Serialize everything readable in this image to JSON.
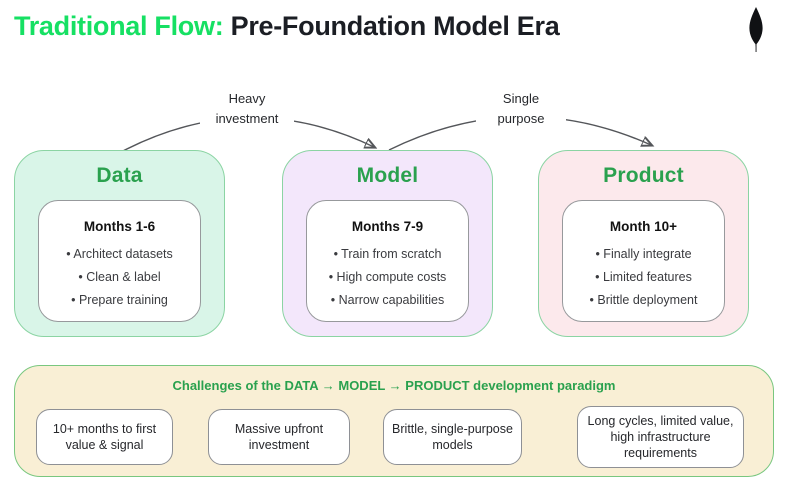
{
  "header": {
    "title_highlight": "Traditional Flow:",
    "title_rest": " Pre-Foundation Model Era",
    "logo_icon": "mongodb-leaf-icon"
  },
  "flow": {
    "arrow_labels": [
      {
        "text": "Heavy\ninvestment"
      },
      {
        "text": "Single\npurpose"
      }
    ],
    "stages": [
      {
        "title": "Data",
        "period": "Months 1-6",
        "items": [
          "• Architect datasets",
          "• Clean & label",
          "• Prepare training"
        ]
      },
      {
        "title": "Model",
        "period": "Months 7-9",
        "items": [
          "• Train from scratch",
          "• High compute costs",
          "• Narrow capabilities"
        ]
      },
      {
        "title": "Product",
        "period": "Month 10+",
        "items": [
          "• Finally integrate",
          "• Limited features",
          "• Brittle deployment"
        ]
      }
    ]
  },
  "challenges": {
    "title": "Challenges of the DATA → MODEL → PRODUCT development paradigm",
    "cards": [
      {
        "text": "10+ months to first\nvalue & signal"
      },
      {
        "text": "Massive upfront\ninvestment"
      },
      {
        "text": "Brittle, single-purpose\nmodels"
      },
      {
        "text": "Long cycles, limited value,\nhigh infrastructure\nrequirements"
      }
    ]
  },
  "colors": {
    "brand_green": "#16e063",
    "heading_green": "#2aa14e",
    "data_fill": "#d9f5e8",
    "model_fill": "#f3e7fb",
    "product_fill": "#fce9ec",
    "box_border_green": "#8bd4a3",
    "panel_fill": "#f9efd5",
    "panel_border_green": "#79c77f"
  }
}
